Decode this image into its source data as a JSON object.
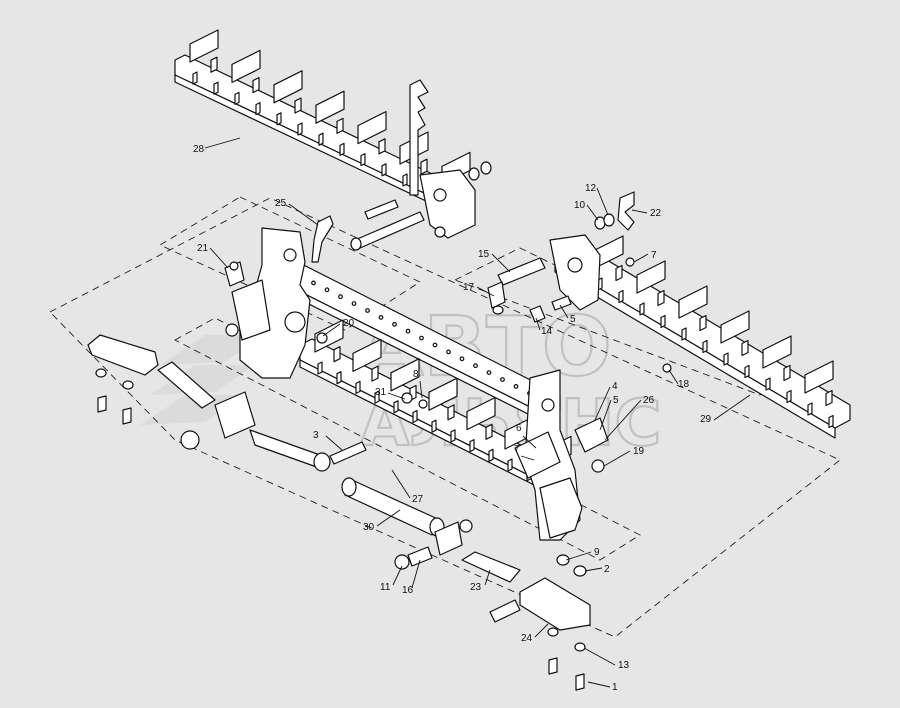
{
  "diagram": {
    "background": "#e6e6e6",
    "line_color": "#111111",
    "watermark": {
      "line1": "АВТО",
      "line2": "АЛЬЯНС",
      "color": "#b9b9b9"
    },
    "callouts": [
      {
        "id": "c1",
        "label": "1"
      },
      {
        "id": "c2",
        "label": "2"
      },
      {
        "id": "c3",
        "label": "3"
      },
      {
        "id": "c4",
        "label": "4"
      },
      {
        "id": "c5a",
        "label": "5"
      },
      {
        "id": "c5b",
        "label": "5"
      },
      {
        "id": "c6",
        "label": "6"
      },
      {
        "id": "c7a",
        "label": "7"
      },
      {
        "id": "c7b",
        "label": "7"
      },
      {
        "id": "c8",
        "label": "8"
      },
      {
        "id": "c9",
        "label": "9"
      },
      {
        "id": "c10",
        "label": "10"
      },
      {
        "id": "c11",
        "label": "11"
      },
      {
        "id": "c12",
        "label": "12"
      },
      {
        "id": "c13",
        "label": "13"
      },
      {
        "id": "c14",
        "label": "14"
      },
      {
        "id": "c15",
        "label": "15"
      },
      {
        "id": "c16",
        "label": "16"
      },
      {
        "id": "c17",
        "label": "17"
      },
      {
        "id": "c18",
        "label": "18"
      },
      {
        "id": "c19",
        "label": "19"
      },
      {
        "id": "c20",
        "label": "20"
      },
      {
        "id": "c21",
        "label": "21"
      },
      {
        "id": "c22",
        "label": "22"
      },
      {
        "id": "c23",
        "label": "23"
      },
      {
        "id": "c24",
        "label": "24"
      },
      {
        "id": "c25",
        "label": "25"
      },
      {
        "id": "c26",
        "label": "26"
      },
      {
        "id": "c27",
        "label": "27"
      },
      {
        "id": "c28",
        "label": "28"
      },
      {
        "id": "c29",
        "label": "29"
      },
      {
        "id": "c30",
        "label": "30"
      },
      {
        "id": "c31",
        "label": "31"
      }
    ]
  }
}
